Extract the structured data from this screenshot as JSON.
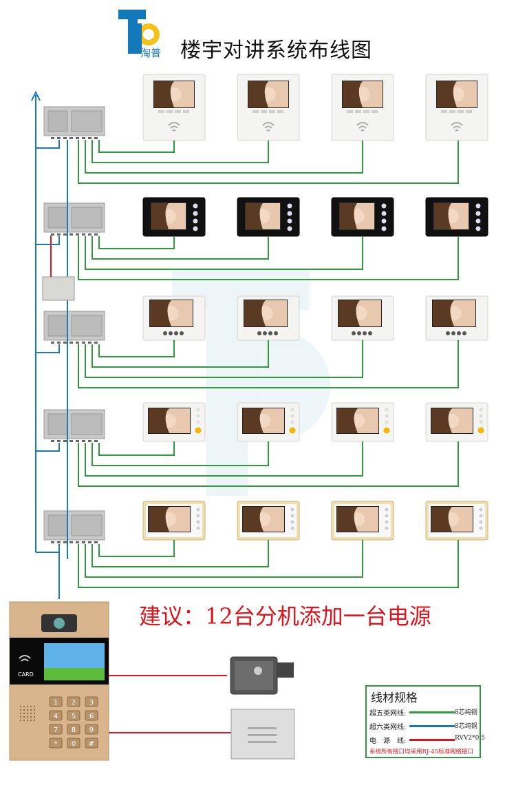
{
  "title": "楼宇对讲系统布线图",
  "logo": {
    "text": "淘普",
    "brand_color": "#1479b8",
    "accent_color": "#f6c21a"
  },
  "advice": "建议：12台分机添加一台电源",
  "legend": {
    "title": "线材规格",
    "items": [
      {
        "label": "超五类网线:",
        "spec": "8芯纯铜",
        "color": "#2e9a3c"
      },
      {
        "label": "超六类网线:",
        "spec": "8芯纯铜",
        "color": "#1a7ab8"
      },
      {
        "label": "电　源　线:",
        "spec": "RVV2*0.5",
        "color": "#e0141b"
      }
    ],
    "note": "系统所有接口均采用RJ-45标准网络接口"
  },
  "colors": {
    "cat5": "#2e9a3c",
    "cat6": "#1a7ab8",
    "power": "#e0141b"
  },
  "door_station": {
    "card_label": "CARD",
    "keys": [
      "1",
      "2",
      "3",
      "4",
      "5",
      "6",
      "7",
      "8",
      "9",
      "*",
      "0",
      "#"
    ]
  },
  "floors": [
    {
      "style": "white-classic"
    },
    {
      "style": "black"
    },
    {
      "style": "white-wide"
    },
    {
      "style": "white-gold-button"
    },
    {
      "style": "gold-frame"
    }
  ]
}
